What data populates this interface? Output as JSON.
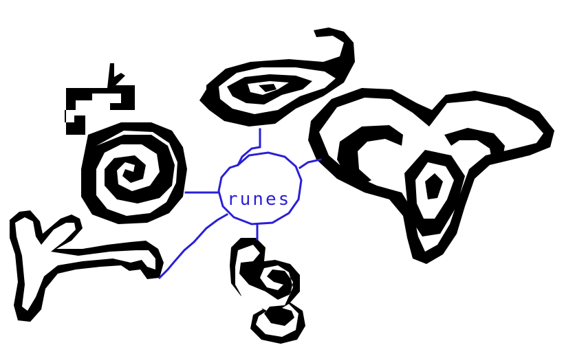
{
  "center_label": "runes",
  "colors": {
    "background": "#ffffff",
    "rune_ink": "#000000",
    "connector": "#2a1fd6"
  },
  "runes": [
    {
      "id": "rune-top-left",
      "icon": "swirl-rune-icon"
    },
    {
      "id": "rune-top",
      "icon": "eye-rune-icon"
    },
    {
      "id": "rune-right",
      "icon": "trefoil-rune-icon"
    },
    {
      "id": "rune-bottom",
      "icon": "knot-rune-icon"
    },
    {
      "id": "rune-left",
      "icon": "branch-rune-icon"
    }
  ]
}
